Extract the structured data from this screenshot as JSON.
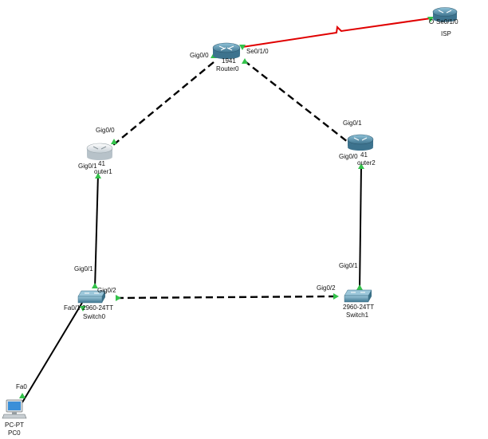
{
  "colors": {
    "link": "#000000",
    "serial_link": "#e00000",
    "port_up": "#33c24a",
    "router_body": "#4f8aa6",
    "router_body_light": "#dfe6ea",
    "switch_body": "#5c8fa8",
    "pc_screen": "#3a8fd8"
  },
  "devices": {
    "router0": {
      "model": "1941",
      "name": "Router0",
      "icon": "router-icon"
    },
    "router1": {
      "model": "41",
      "name": "outer1",
      "icon": "router-icon"
    },
    "router2": {
      "model": "41",
      "name": "outer2",
      "icon": "router-icon"
    },
    "isp": {
      "model": "",
      "name": "ISP",
      "icon": "router-icon"
    },
    "switch0": {
      "model": "2960-24TT",
      "name": "Switch0",
      "icon": "switch-icon"
    },
    "switch1": {
      "model": "2960-24TT",
      "name": "Switch1",
      "icon": "switch-icon"
    },
    "pc0": {
      "model": "PC-PT",
      "name": "PC0",
      "icon": "pc-icon"
    }
  },
  "ports": {
    "router0_gig00": "Gig0/0",
    "router0_se010": "Se0/1/0",
    "isp_se010": "Se0/1/0",
    "router1_gig00": "Gig0/0",
    "router1_gig01": "Gig0/1",
    "router2_gig01": "Gig0/1",
    "router2_gig00": "Gig0/0",
    "switch0_gig01": "Gig0/1",
    "switch0_gig02": "Gig0/2",
    "switch0_fa01": "Fa0/1",
    "switch1_gig02": "Gig0/2",
    "switch1_gig01": "Gig0/1",
    "pc0_fa0": "Fa0"
  }
}
